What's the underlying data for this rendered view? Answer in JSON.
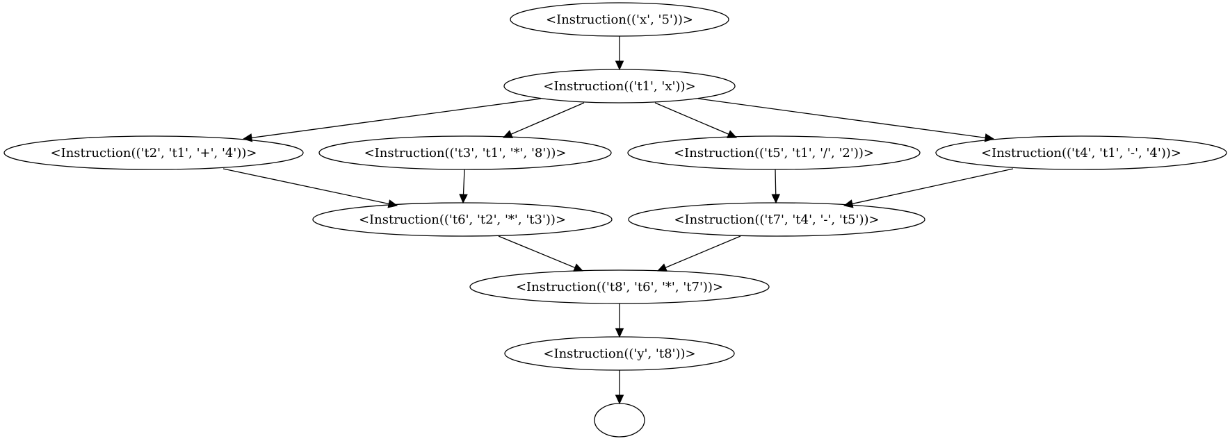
{
  "nodes": [
    {
      "id": "n_x5",
      "label": "<Instruction(('x', '5'))>"
    },
    {
      "id": "n_t1",
      "label": "<Instruction(('t1', 'x'))>"
    },
    {
      "id": "n_t2",
      "label": "<Instruction(('t2', 't1', '+', '4'))>"
    },
    {
      "id": "n_t3",
      "label": "<Instruction(('t3', 't1', '*', '8'))>"
    },
    {
      "id": "n_t5",
      "label": "<Instruction(('t5', 't1', '/', '2'))>"
    },
    {
      "id": "n_t4",
      "label": "<Instruction(('t4', 't1', '-', '4'))>"
    },
    {
      "id": "n_t6",
      "label": "<Instruction(('t6', 't2', '*', 't3'))>"
    },
    {
      "id": "n_t7",
      "label": "<Instruction(('t7', 't4', '-', 't5'))>"
    },
    {
      "id": "n_t8",
      "label": "<Instruction(('t8', 't6', '*', 't7'))>"
    },
    {
      "id": "n_y",
      "label": "<Instruction(('y', 't8'))>"
    },
    {
      "id": "n_end",
      "label": ""
    }
  ],
  "edges": [
    {
      "from": "n_x5",
      "to": "n_t1"
    },
    {
      "from": "n_t1",
      "to": "n_t2"
    },
    {
      "from": "n_t1",
      "to": "n_t3"
    },
    {
      "from": "n_t1",
      "to": "n_t5"
    },
    {
      "from": "n_t1",
      "to": "n_t4"
    },
    {
      "from": "n_t2",
      "to": "n_t6"
    },
    {
      "from": "n_t3",
      "to": "n_t6"
    },
    {
      "from": "n_t5",
      "to": "n_t7"
    },
    {
      "from": "n_t4",
      "to": "n_t7"
    },
    {
      "from": "n_t6",
      "to": "n_t8"
    },
    {
      "from": "n_t7",
      "to": "n_t8"
    },
    {
      "from": "n_t8",
      "to": "n_y"
    },
    {
      "from": "n_y",
      "to": "n_end"
    }
  ]
}
